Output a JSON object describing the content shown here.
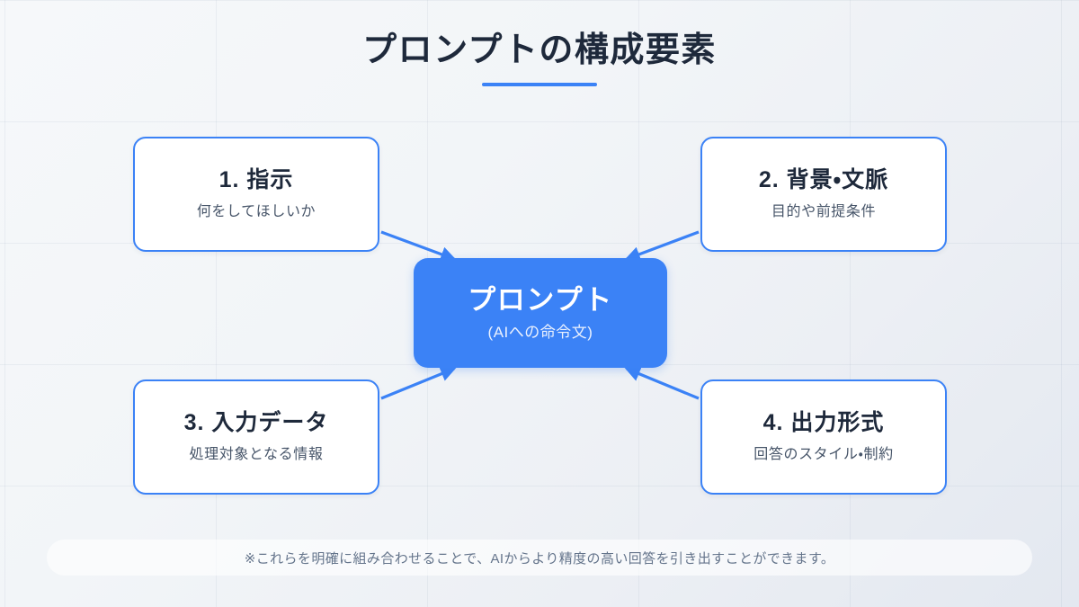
{
  "slide": {
    "title": "プロンプトの構成要素",
    "accent_color": "#3b82f6",
    "title_color": "#1e293b",
    "background_colors": [
      "#f6f8fa",
      "#e3e8f0"
    ]
  },
  "center": {
    "title": "プロンプト",
    "subtitle": "(AIへの命令文)",
    "fill_color": "#3b82f6",
    "text_color": "#ffffff"
  },
  "nodes": [
    {
      "id": "instruction",
      "title": "1. 指示",
      "subtitle": "何をしてほしいか",
      "position": "top-left"
    },
    {
      "id": "context",
      "title": "2. 背景・文脈",
      "subtitle": "目的や前提条件",
      "position": "top-right"
    },
    {
      "id": "input-data",
      "title": "3. 入力データ",
      "subtitle": "処理対象となる情報",
      "position": "bottom-left"
    },
    {
      "id": "output-format",
      "title": "4. 出力形式",
      "subtitle": "回答のスタイル・制約",
      "position": "bottom-right"
    }
  ],
  "connectors": [
    {
      "from": "instruction",
      "to": "center",
      "direction": "down-right"
    },
    {
      "from": "context",
      "to": "center",
      "direction": "down-left"
    },
    {
      "from": "input-data",
      "to": "center",
      "direction": "up-right"
    },
    {
      "from": "output-format",
      "to": "center",
      "direction": "up-left"
    }
  ],
  "footer": {
    "note": "※これらを明確に組み合わせることで、AIからより精度の高い回答を引き出すことができます。"
  }
}
